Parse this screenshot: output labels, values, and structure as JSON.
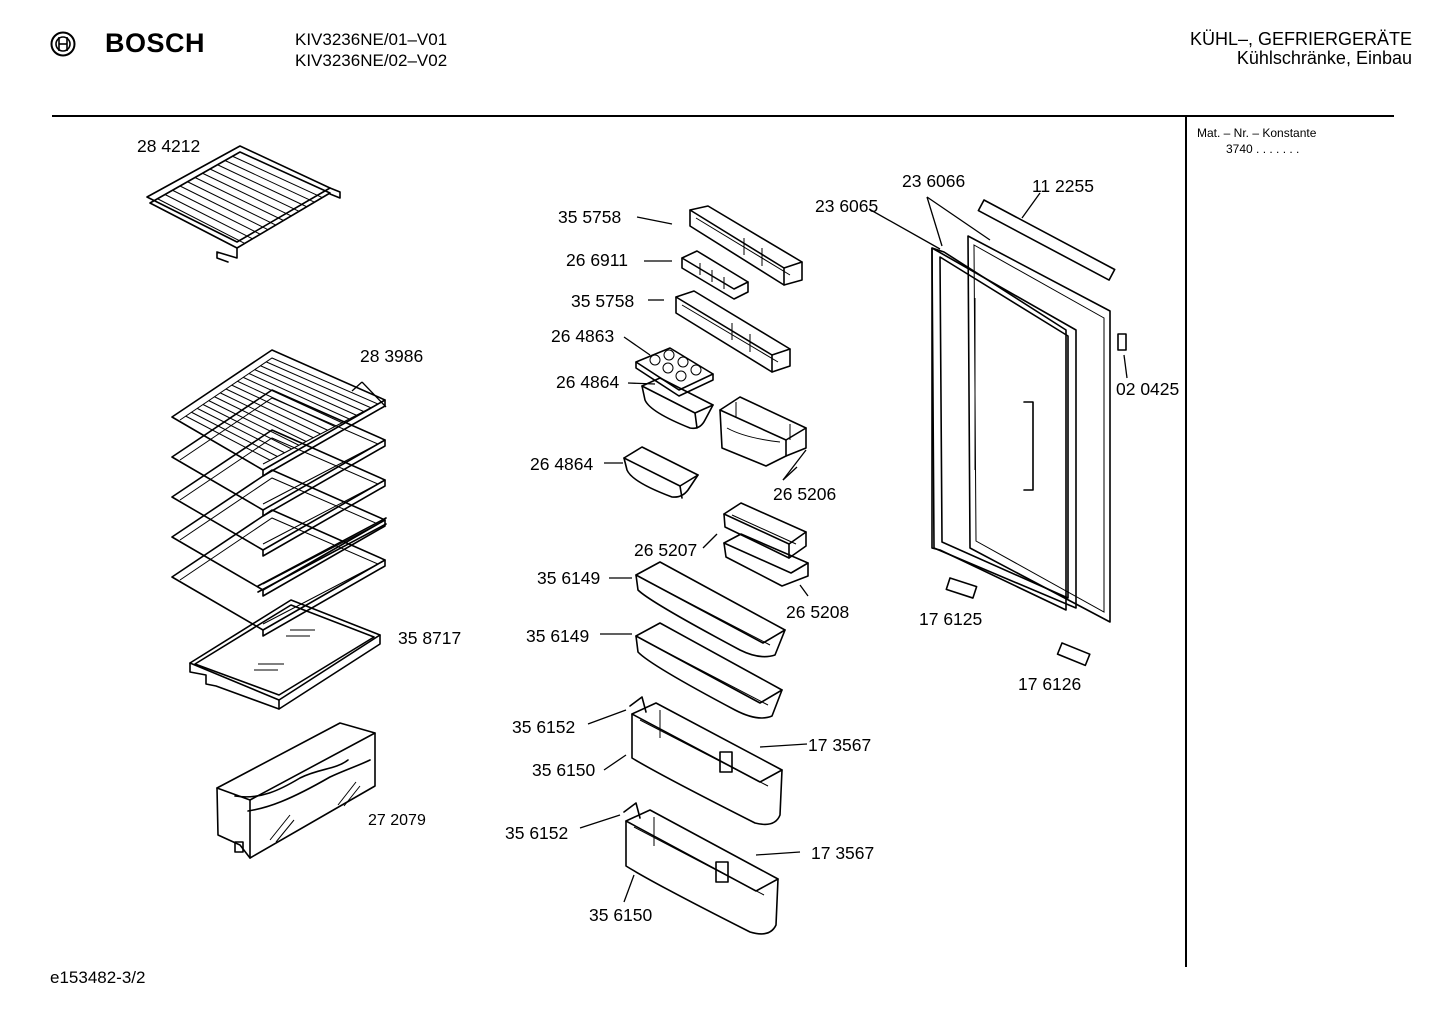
{
  "header": {
    "brand": "BOSCH",
    "model_lines": [
      "KIV3236NE/01–V01",
      "KIV3236NE/02–V02"
    ],
    "category_lines": [
      "KÜHL–, GEFRIERGERÄTE",
      "Kühlschränke, Einbau"
    ]
  },
  "sidebar": {
    "title": "Mat. – Nr. – Konstante",
    "value": "3740 . . .  . . . ."
  },
  "parts": {
    "p284212": "28 4212",
    "p283986": "28 3986",
    "p358717": "35 8717",
    "p272079": "27 2079",
    "p355758a": "35 5758",
    "p266911": "26 6911",
    "p355758b": "35 5758",
    "p264863": "26 4863",
    "p264864a": "26 4864",
    "p264864b": "26 4864",
    "p265206": "26 5206",
    "p265207": "26 5207",
    "p265208": "26 5208",
    "p356149a": "35 6149",
    "p356149b": "35 6149",
    "p356152a": "35 6152",
    "p356150a": "35 6150",
    "p173567a": "17 3567",
    "p356152b": "35 6152",
    "p173567b": "17 3567",
    "p356150b": "35 6150",
    "p236066": "23 6066",
    "p236065": "23 6065",
    "p112255": "11 2255",
    "p020425": "02 0425",
    "p176125": "17 6125",
    "p176126": "17 6126"
  },
  "footer": {
    "doc_id": "e153482-3/2"
  }
}
